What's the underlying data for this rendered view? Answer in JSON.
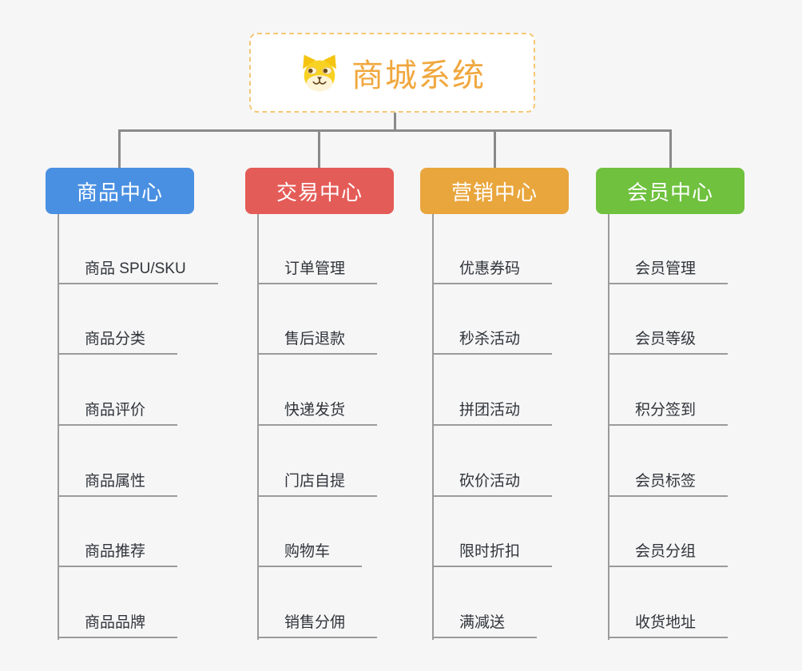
{
  "page": {
    "background_color": "#f6f6f6",
    "connector_color": "#8a8a8a",
    "underline_color": "#9b9b9b",
    "leaf_text_color": "#30343a"
  },
  "root": {
    "label": "商城系统",
    "icon": "dog-face-icon",
    "text_color": "#f0a73d",
    "border_color": "#f4c876"
  },
  "columns": [
    {
      "label": "商品中心",
      "color": "#4a90e2",
      "items": [
        "商品 SPU/SKU",
        "商品分类",
        "商品评价",
        "商品属性",
        "商品推荐",
        "商品品牌"
      ]
    },
    {
      "label": "交易中心",
      "color": "#e45c58",
      "items": [
        "订单管理",
        "售后退款",
        "快递发货",
        "门店自提",
        "购物车",
        "销售分佣"
      ]
    },
    {
      "label": "营销中心",
      "color": "#e9a63d",
      "items": [
        "优惠券码",
        "秒杀活动",
        "拼团活动",
        "砍价活动",
        "限时折扣",
        "满减送"
      ]
    },
    {
      "label": "会员中心",
      "color": "#6fc13e",
      "items": [
        "会员管理",
        "会员等级",
        "积分签到",
        "会员标签",
        "会员分组",
        "收货地址"
      ]
    }
  ]
}
